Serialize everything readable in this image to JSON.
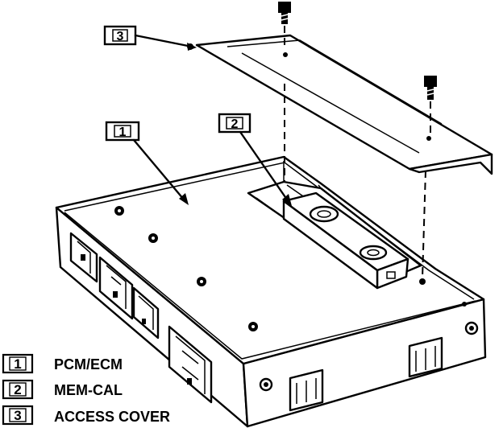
{
  "callouts": [
    {
      "num": "1"
    },
    {
      "num": "2"
    },
    {
      "num": "3"
    }
  ],
  "legend": [
    {
      "num": "1",
      "label": "PCM/ECM"
    },
    {
      "num": "2",
      "label": "MEM-CAL"
    },
    {
      "num": "3",
      "label": "ACCESS COVER"
    }
  ],
  "colors": {
    "ink": "#000000",
    "paper": "#ffffff"
  }
}
